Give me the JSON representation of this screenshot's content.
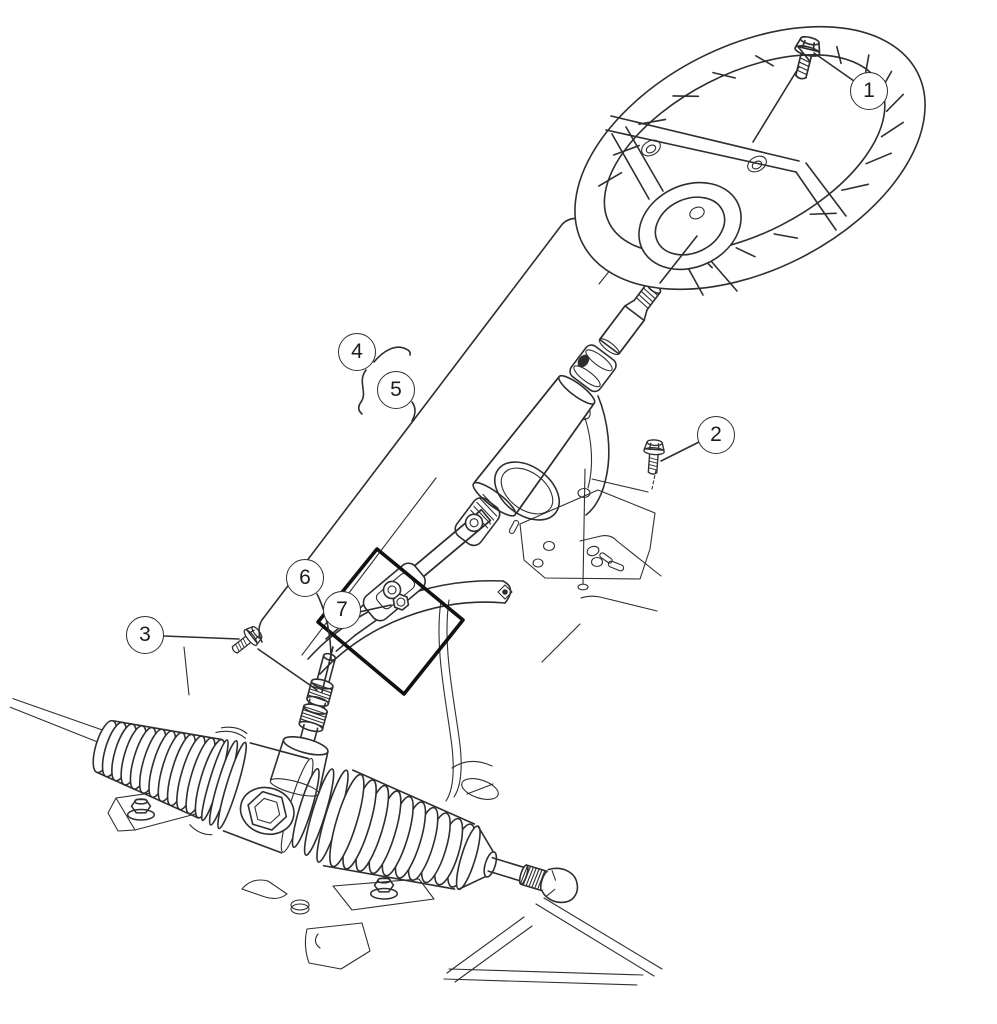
{
  "colors": {
    "background": "#ffffff",
    "line_art": "#2e2e2e",
    "highlight_box": "#111111"
  },
  "callouts": {
    "items": [
      {
        "label": "1"
      },
      {
        "label": "2"
      },
      {
        "label": "3"
      },
      {
        "label": "4"
      },
      {
        "label": "5"
      },
      {
        "label": "6"
      },
      {
        "label": "7"
      }
    ]
  }
}
